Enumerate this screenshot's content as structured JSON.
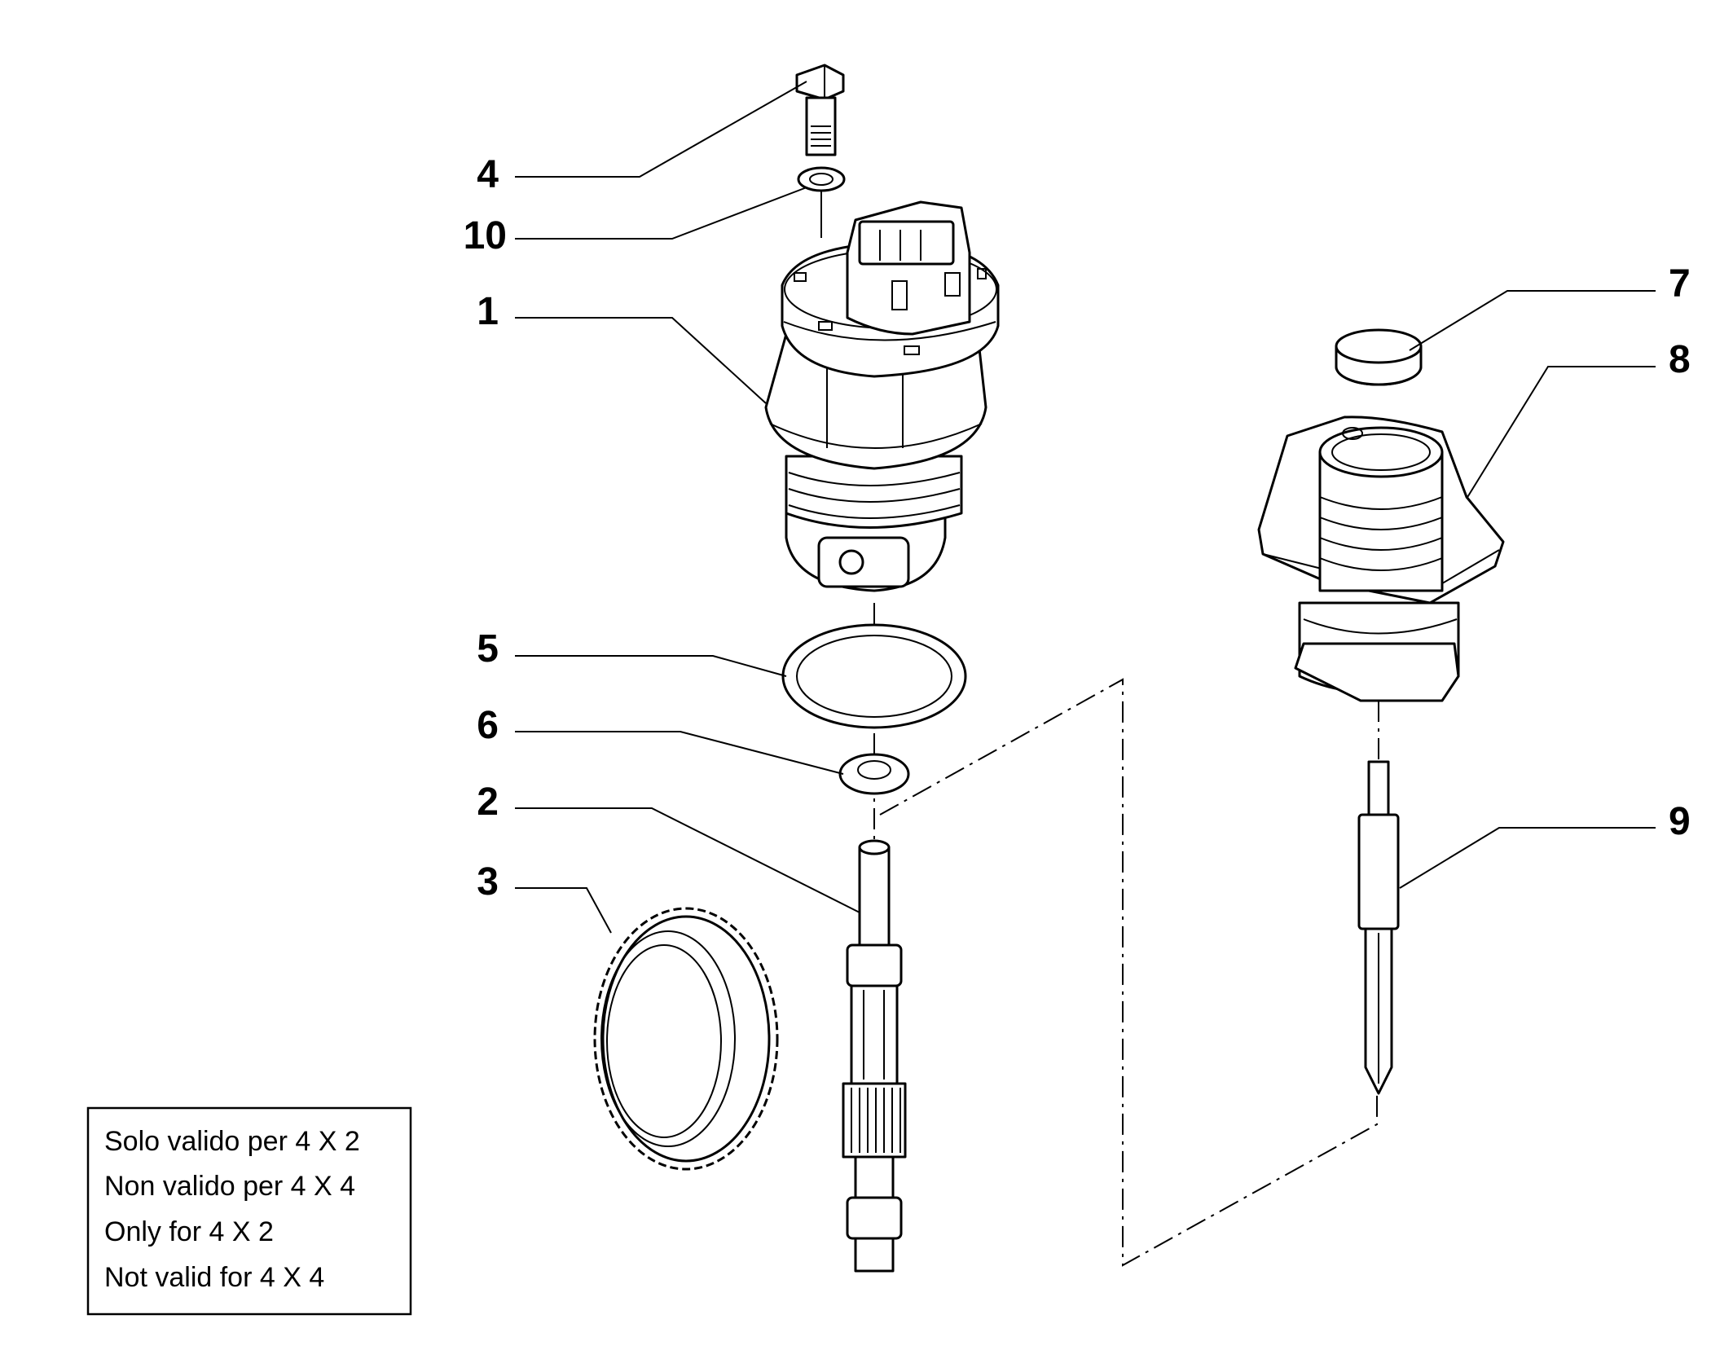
{
  "callouts": {
    "c1": "1",
    "c2": "2",
    "c3": "3",
    "c4": "4",
    "c5": "5",
    "c6": "6",
    "c7": "7",
    "c8": "8",
    "c9": "9",
    "c10": "10"
  },
  "note": {
    "line1": "Solo valido per 4 X 2",
    "line2": "Non valido per 4 X 4",
    "line3": "Only for 4 X 2",
    "line4": "Not valid for 4 X 4"
  },
  "colors": {
    "ink": "#000000",
    "paper": "#ffffff"
  }
}
